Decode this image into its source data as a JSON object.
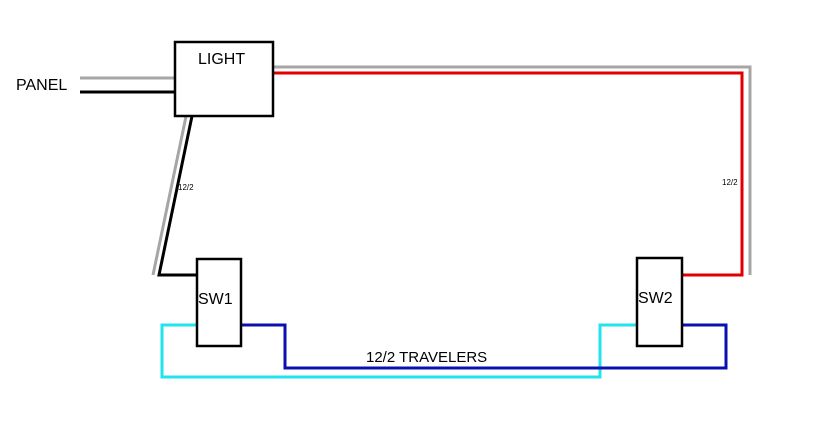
{
  "labels": {
    "panel": "PANEL",
    "light": "LIGHT",
    "switch1": "SW1",
    "switch2": "SW2",
    "cable_left": "12/2",
    "cable_right": "12/2",
    "travelers": "12/2 TRAVELERS"
  },
  "wire_colors": {
    "hot": "#000000",
    "neutral": "#a6a6a6",
    "switched": "#e00000",
    "traveler_light": "#22e4ee",
    "traveler_dark": "#0a10b0"
  }
}
